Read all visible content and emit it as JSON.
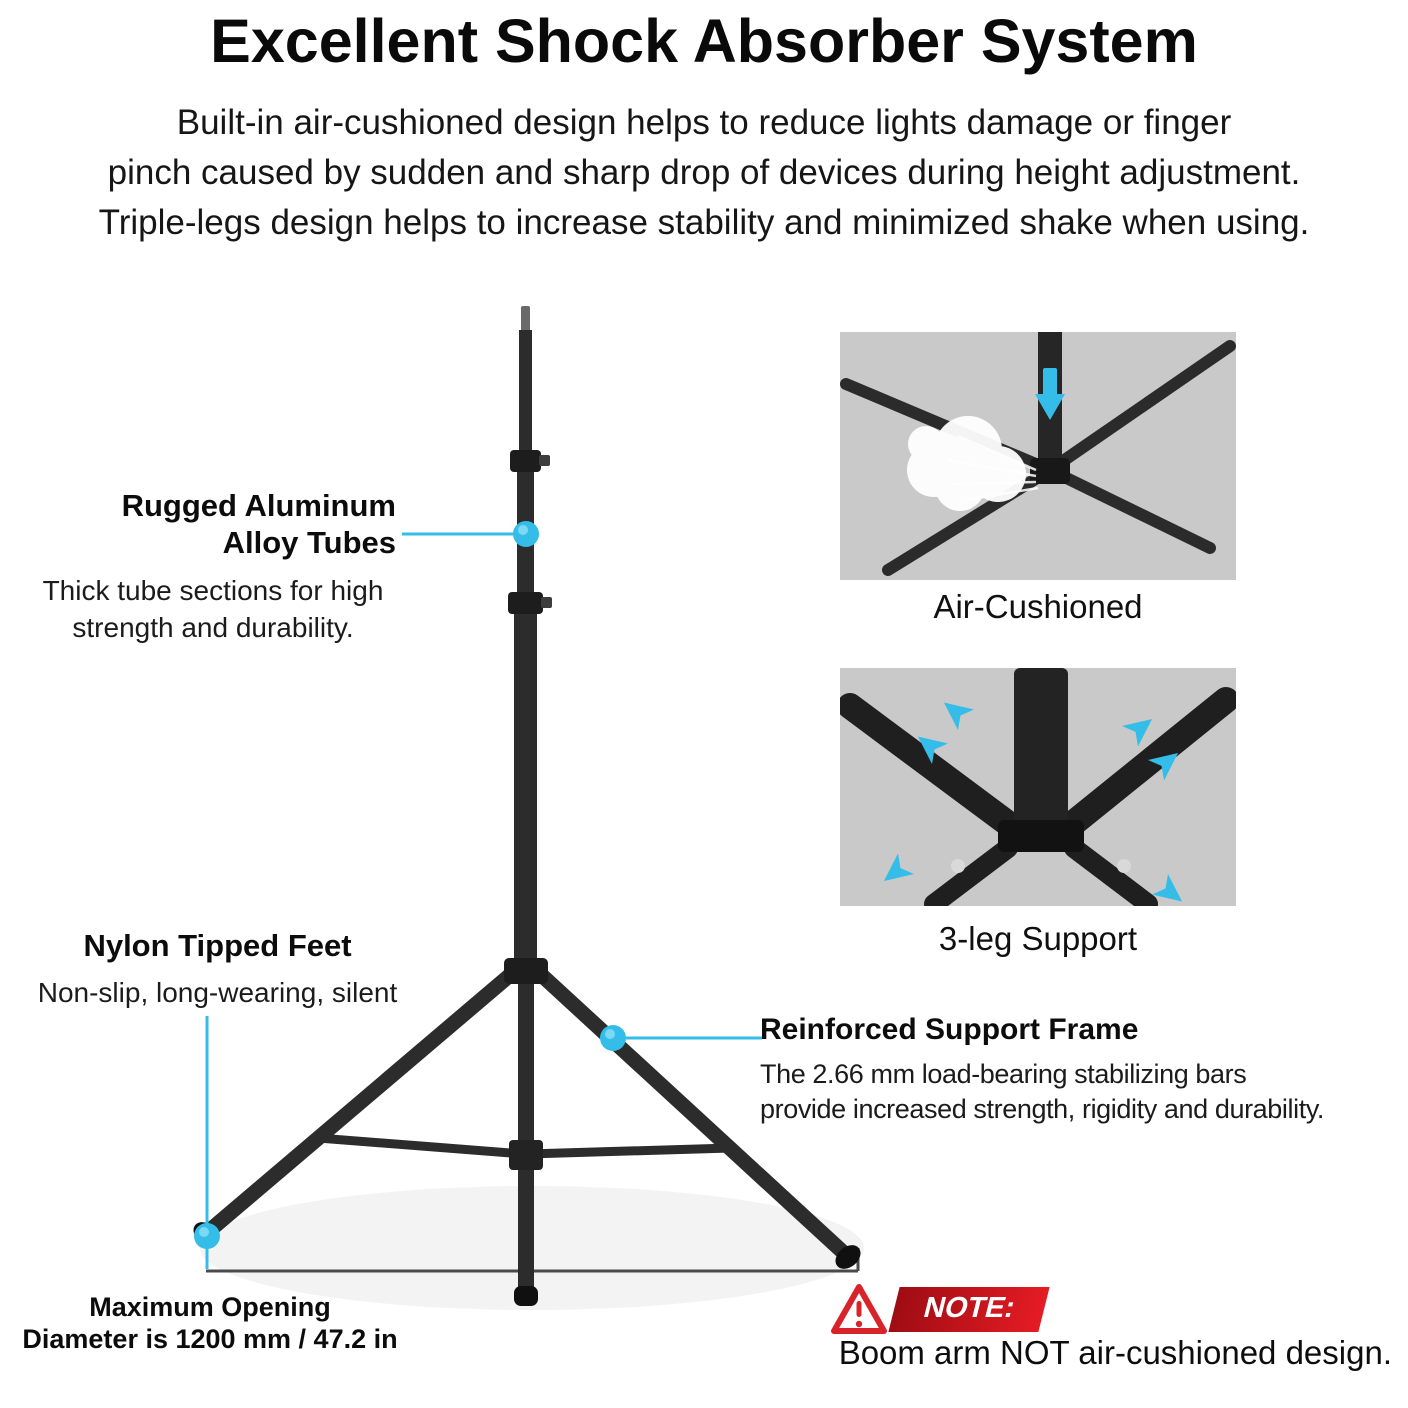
{
  "colors": {
    "accent": "#35bde9",
    "note_red": "#e51c24",
    "inset_bg": "#c9c9c9",
    "stand": "#2c2c2c"
  },
  "header": {
    "title": "Excellent Shock Absorber System",
    "subtitle": "Built-in air-cushioned design helps to reduce lights damage or finger\npinch caused by sudden and sharp drop of devices during height adjustment.\nTriple-legs design helps to increase stability and minimized shake when using."
  },
  "callouts": {
    "tubes": {
      "title": "Rugged Aluminum\nAlloy Tubes",
      "desc": "Thick tube sections for high\nstrength and durability."
    },
    "feet": {
      "title": "Nylon Tipped Feet",
      "desc": "Non-slip, long-wearing, silent"
    },
    "opening": {
      "title": "Maximum Opening\nDiameter is 1200 mm / 47.2 in"
    },
    "support": {
      "title": "Reinforced Support Frame",
      "desc": "The 2.66 mm load-bearing stabilizing bars\nprovide increased strength, rigidity and durability."
    }
  },
  "insets": [
    {
      "label": "Air-Cushioned"
    },
    {
      "label": "3-leg Support"
    }
  ],
  "note": {
    "badge": "NOTE:",
    "text": "Boom arm NOT air-cushioned design."
  }
}
